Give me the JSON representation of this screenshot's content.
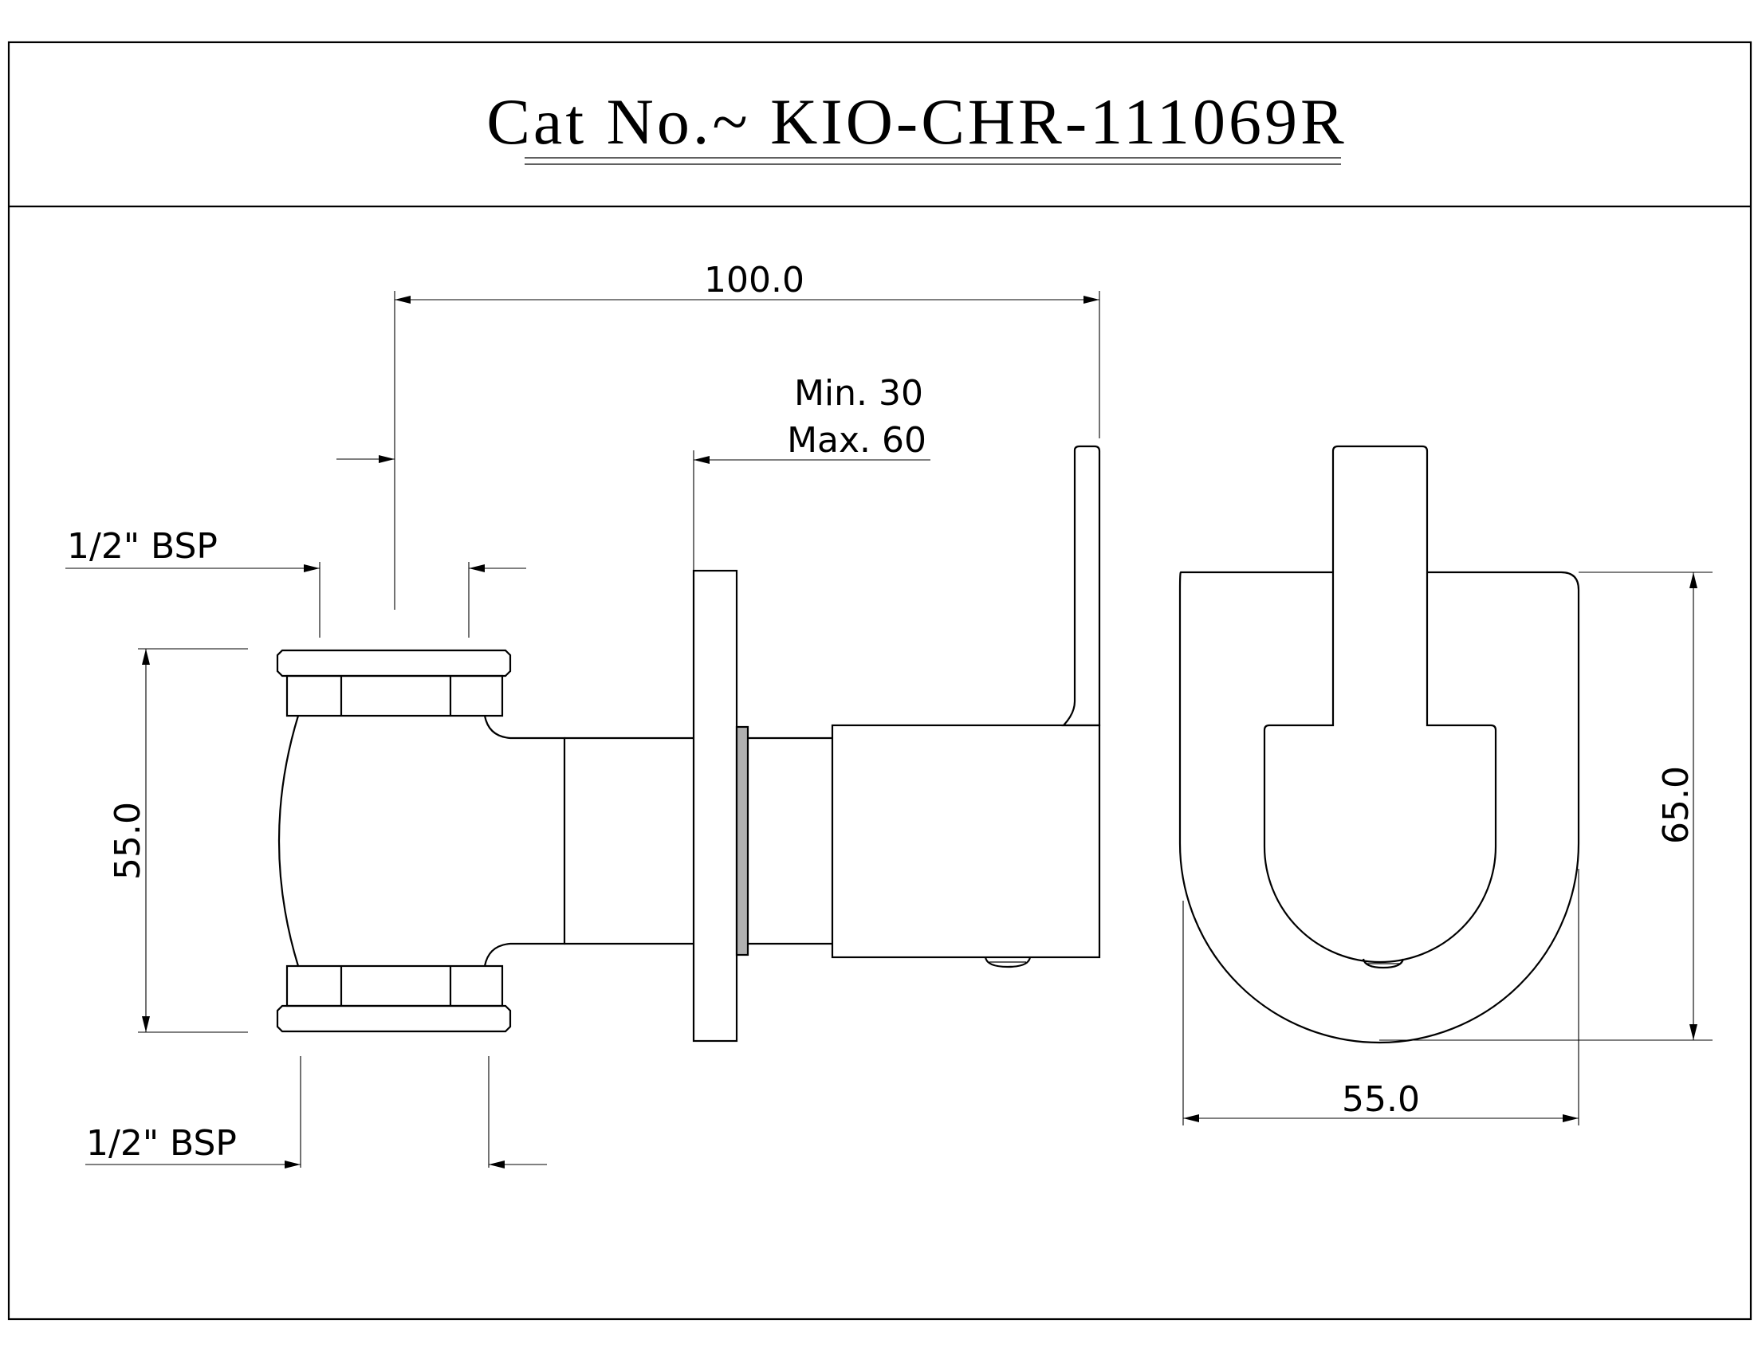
{
  "title": {
    "text": "Cat No.~ KIO-CHR-111069R"
  },
  "dimensions": {
    "overall_length": "100.0",
    "wall_adjust_min": "Min. 30",
    "wall_adjust_max": "Max. 60",
    "inlet_thread_top": "1/2\" BSP",
    "inlet_thread_bottom": "1/2\" BSP",
    "inlet_spacing": "55.0",
    "front_height": "65.0",
    "front_width": "55.0"
  },
  "colors": {
    "line": "#000000",
    "background": "#ffffff",
    "seal": "#b0b0b0"
  }
}
